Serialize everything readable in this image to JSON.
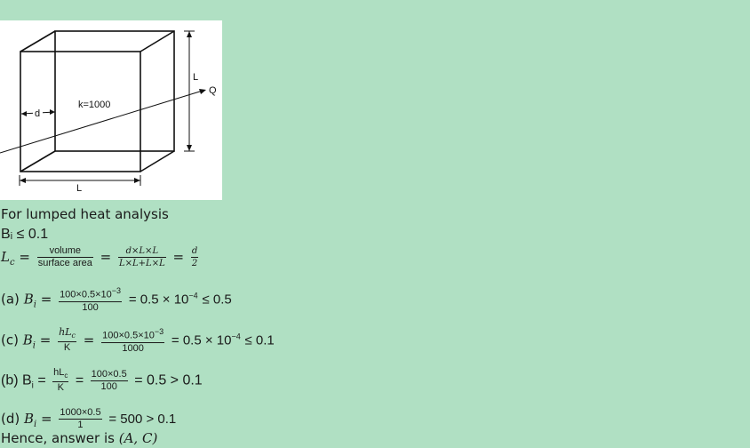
{
  "figure": {
    "k_label": "k=1000",
    "d_label": "d",
    "L_bottom": "L",
    "L_right": "L",
    "Q_label": "Q"
  },
  "lines": {
    "intro": "For lumped heat analysis",
    "bi_cond": "Bᵢ ≤ 0.1",
    "lc_lhs": "L",
    "lc_sub": "c",
    "lc_eq1": "=",
    "lc_f1_num": "volume",
    "lc_f1_den": "surface area",
    "lc_eq2": "=",
    "lc_f2_num": "d×L×L",
    "lc_f2_den": "L×L+L×L",
    "lc_eq3": "=",
    "lc_f3_num": "d",
    "lc_f3_den": "2",
    "a_prefix": "(a)",
    "a_var": "B",
    "a_sub": "i",
    "a_eq": "=",
    "a_num": "100×0.5×10",
    "a_num_exp": "−3",
    "a_den": "100",
    "a_result": "= 0.5 × 10",
    "a_result_exp": "−4",
    "a_tail": "≤ 0.5",
    "c_prefix": "(c)",
    "c_var": "B",
    "c_sub": "i",
    "c_eq1": "=",
    "c_f1_num": "hL",
    "c_f1_num_sub": "c",
    "c_f1_den": "K",
    "c_eq2": "=",
    "c_num": "100×0.5×10",
    "c_num_exp": "−3",
    "c_den": "1000",
    "c_result": "= 0.5 × 10",
    "c_result_exp": "−4",
    "c_tail": "≤ 0.1",
    "b_prefix": "(b) B",
    "b_sub": "i",
    "b_eq1": "=",
    "b_f1_num": "hL",
    "b_f1_num_sub": "c",
    "b_f1_den": "K",
    "b_eq2": "=",
    "b_num": "100×0.5",
    "b_den": "100",
    "b_result": "= 0.5 > 0.1",
    "d_prefix": "(d)",
    "d_var": "B",
    "d_sub": "i",
    "d_eq": "=",
    "d_num": "1000×0.5",
    "d_den": "1",
    "d_result": "= 500 > 0.1",
    "conclusion": "Hence, answer is",
    "answer": "(A, C)"
  }
}
